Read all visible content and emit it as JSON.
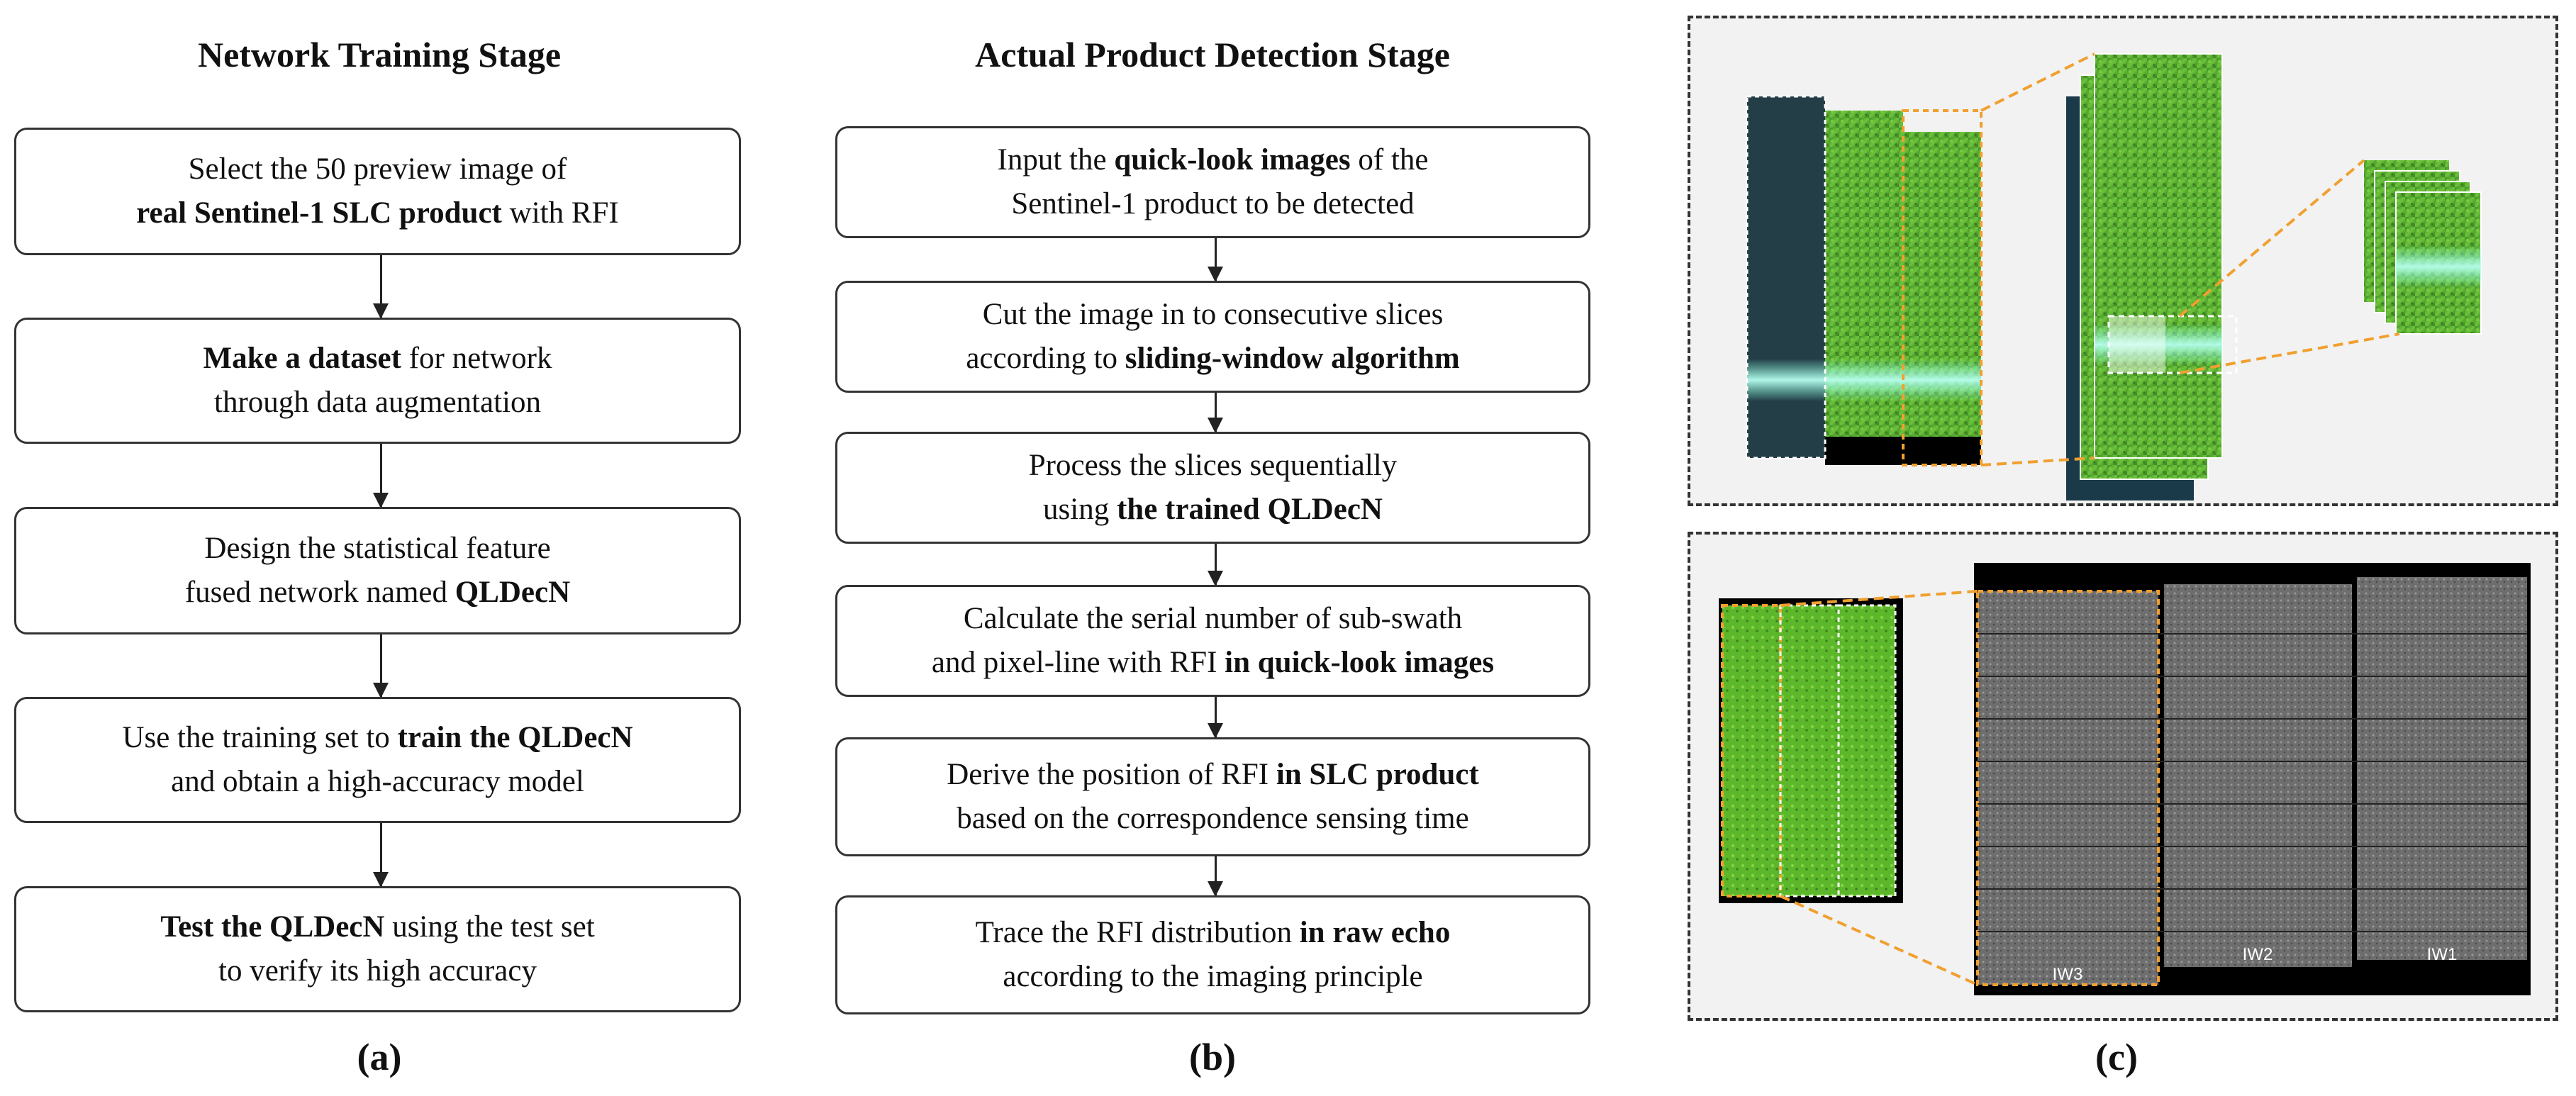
{
  "panel_a": {
    "title": "Network Training Stage",
    "label": "(a)",
    "steps": [
      [
        {
          "t": "Select the 50 preview image of",
          "b": false
        }
      ],
      [
        {
          "t": "real Sentinel-1 SLC product",
          "b": true
        },
        {
          "t": " with RFI",
          "b": false
        }
      ],
      [
        {
          "t": "Make a dataset",
          "b": true
        },
        {
          "t": " for network",
          "b": false
        }
      ],
      [
        {
          "t": "through data augmentation",
          "b": false
        }
      ],
      [
        {
          "t": "Design the statistical feature",
          "b": false
        }
      ],
      [
        {
          "t": "fused network named ",
          "b": false
        },
        {
          "t": "QLDecN",
          "b": true
        }
      ],
      [
        {
          "t": "Use the training set to ",
          "b": false
        },
        {
          "t": "train the QLDecN",
          "b": true
        }
      ],
      [
        {
          "t": "and obtain a high-accuracy model",
          "b": false
        }
      ],
      [
        {
          "t": "Test the QLDecN",
          "b": true
        },
        {
          "t": " using the test set",
          "b": false
        }
      ],
      [
        {
          "t": "to verify its high accuracy",
          "b": false
        }
      ]
    ]
  },
  "panel_b": {
    "title": "Actual Product Detection Stage",
    "label": "(b)",
    "steps": [
      [
        {
          "t": "Input the ",
          "b": false
        },
        {
          "t": "quick-look images",
          "b": true
        },
        {
          "t": " of  the",
          "b": false
        }
      ],
      [
        {
          "t": "Sentinel-1 product to be detected",
          "b": false
        }
      ],
      [
        {
          "t": "Cut the image in to consecutive slices",
          "b": false
        }
      ],
      [
        {
          "t": "according to ",
          "b": false
        },
        {
          "t": "sliding-window algorithm",
          "b": true
        }
      ],
      [
        {
          "t": "Process the slices sequentially",
          "b": false
        }
      ],
      [
        {
          "t": "using ",
          "b": false
        },
        {
          "t": "the trained QLDecN",
          "b": true
        }
      ],
      [
        {
          "t": "Calculate the serial number of sub-swath",
          "b": false
        }
      ],
      [
        {
          "t": "and pixel-line with RFI ",
          "b": false
        },
        {
          "t": "in quick-look images",
          "b": true
        }
      ],
      [
        {
          "t": "Derive the position of RFI ",
          "b": false
        },
        {
          "t": "in SLC product",
          "b": true
        }
      ],
      [
        {
          "t": "based on the correspondence sensing time",
          "b": false
        }
      ],
      [
        {
          "t": "Trace the RFI distribution ",
          "b": false
        },
        {
          "t": "in raw echo",
          "b": true
        }
      ],
      [
        {
          "t": "according to the imaging principle",
          "b": false
        }
      ]
    ]
  },
  "panel_c": {
    "label": "(c)",
    "swath_labels": [
      "IW3",
      "IW2",
      "IW1"
    ],
    "colors": {
      "accent": "#f0a030",
      "vegetation": "#5cb82a",
      "rfi": "#7fffd4",
      "sea": "#1a3a4a"
    }
  }
}
